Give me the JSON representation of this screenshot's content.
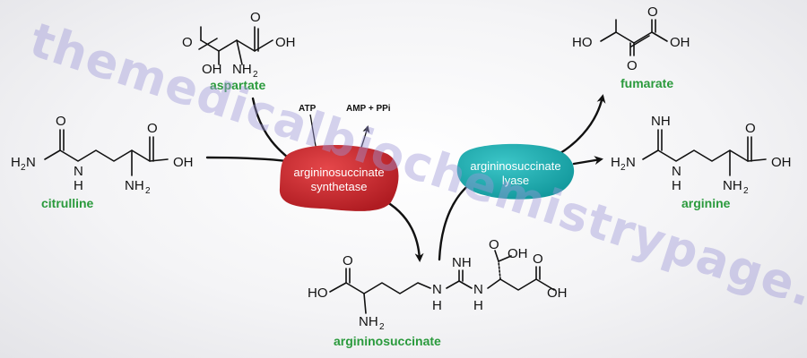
{
  "compounds": {
    "aspartate": "aspartate",
    "citrulline": "citrulline",
    "fumarate": "fumarate",
    "arginine": "arginine",
    "argininosuccinate": "argininosuccinate"
  },
  "cofactors": {
    "atp": "ATP",
    "amp_ppi": "AMP + PPi"
  },
  "enzymes": {
    "synthetase_line1": "argininosuccinate",
    "synthetase_line2": "synthetase",
    "lyase_line1": "argininosuccinate",
    "lyase_line2": "lyase"
  },
  "atoms": {
    "o": "O",
    "oh": "OH",
    "ho": "HO",
    "n": "N",
    "h": "H",
    "nh": "NH",
    "nh2": "NH",
    "h2n": "H",
    "sub2": "2"
  },
  "watermark": "themedicalbiochemistrypage.org",
  "colors": {
    "compound_label": "#2a9a3c",
    "synthetase": "#c9262c",
    "lyase": "#1aa9ad",
    "watermark": "#9e98d8"
  }
}
